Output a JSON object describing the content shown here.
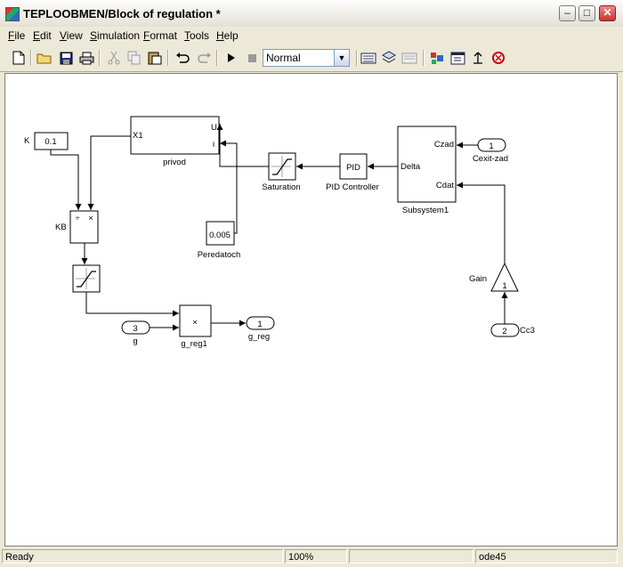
{
  "window": {
    "title": "TEPLOOBMEN/Block of regulation *",
    "minimize": "–",
    "maximize": "□",
    "close": "✕"
  },
  "menu": [
    "File",
    "Edit",
    "View",
    "Simulation",
    "Format",
    "Tools",
    "Help"
  ],
  "toolbar": {
    "sim_mode": "Normal",
    "icons": [
      "new-file-icon",
      "open-folder-icon",
      "save-icon",
      "print-icon",
      "cut-icon",
      "copy-icon",
      "paste-icon",
      "undo-icon",
      "redo-icon",
      "play-icon",
      "stop-icon",
      "build-icon",
      "update-diagram-icon",
      "build-subsystem-icon",
      "library-browser-icon",
      "model-explorer-icon",
      "up-to-parent-icon",
      "debug-icon"
    ]
  },
  "diagram": {
    "K_label": "K",
    "K_value": "0.1",
    "divide_op": "÷",
    "multiply_op": "×",
    "product_label": "KB",
    "privod_in": "X1",
    "privod_out_u": "U",
    "privod_out_i": "i",
    "privod_label": "privod",
    "saturation_label": "Saturation",
    "pid_text": "PID",
    "pid_label": "PID Controller",
    "subsystem_in_delta": "Delta",
    "subsystem_in_czad": "Czad",
    "subsystem_in_cdat": "Cdat",
    "subsystem_label": "Subsystem1",
    "cexit_num": "1",
    "cexit_label": "Cexit-zad",
    "gain_value": "1",
    "gain_label": "Gain",
    "cc3_num": "2",
    "cc3_label": "Cc3",
    "peredatoch_value": "0.005",
    "peredatoch_label": "Peredatoch",
    "g_num": "3",
    "g_label": "g",
    "greg1_op": "×",
    "greg1_label": "g_reg1",
    "greg_num": "1",
    "greg_label": "g_reg"
  },
  "status": {
    "state": "Ready",
    "zoom": "100%",
    "solver": "ode45"
  }
}
